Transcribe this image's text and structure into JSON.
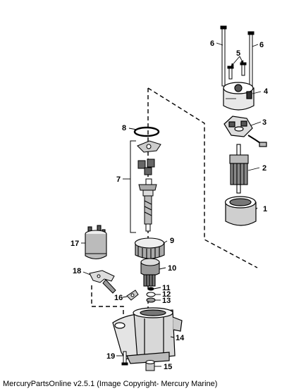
{
  "diagram": {
    "callouts": {
      "c1": "1",
      "c2": "2",
      "c3": "3",
      "c4": "4",
      "c5": "5",
      "c6a": "6",
      "c6b": "6",
      "c7": "7",
      "c8": "8",
      "c9": "9",
      "c10": "10",
      "c11": "11",
      "c12": "12",
      "c13": "13",
      "c14": "14",
      "c15": "15",
      "c16": "16",
      "c17": "17",
      "c18": "18",
      "c19": "19"
    }
  },
  "footer": {
    "text": "MercuryPartsOnline v2.5.1 (Image Copyright- Mercury Marine)"
  }
}
